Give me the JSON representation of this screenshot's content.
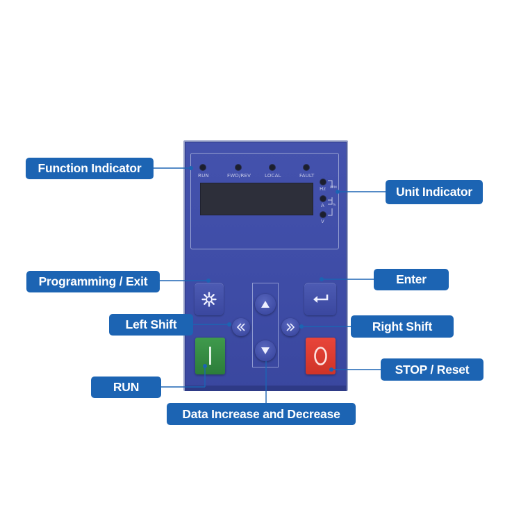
{
  "panel": {
    "indicators": [
      "RUN",
      "FWD/REV",
      "LOCAL",
      "FAULT"
    ],
    "units": [
      "Hz",
      "A",
      "V"
    ],
    "unit_secondary": [
      "RPM",
      "%"
    ]
  },
  "callouts": {
    "function_indicator": "Function Indicator",
    "unit_indicator": "Unit Indicator",
    "programming_exit": "Programming / Exit",
    "enter": "Enter",
    "left_shift": "Left Shift",
    "right_shift": "Right Shift",
    "run": "RUN",
    "stop_reset": "STOP / Reset",
    "data_increase_decrease": "Data Increase and Decrease"
  },
  "colors": {
    "callout_blue": "#1c64b3",
    "panel_blue": "#4050aa",
    "run_green": "#34894a",
    "stop_red": "#dd3c30"
  }
}
